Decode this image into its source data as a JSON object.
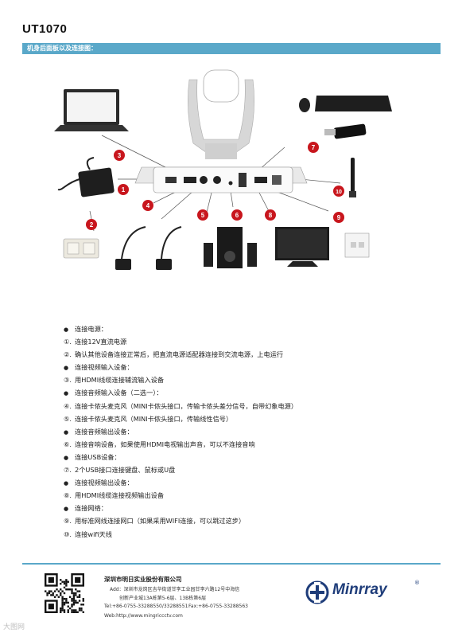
{
  "header": {
    "model": "UT1070",
    "banner": "机身后面板以及连接图："
  },
  "diagram": {
    "callouts": [
      "1",
      "2",
      "3",
      "4",
      "5",
      "6",
      "7",
      "8",
      "9",
      "10"
    ]
  },
  "instructions": [
    {
      "marker": "●",
      "text": "连接电源：",
      "head": true
    },
    {
      "marker": "①.",
      "text": "连接12V直流电源",
      "head": false
    },
    {
      "marker": "②.",
      "text": "确认其他设备连接正常后，把直流电源适配器连接到交流电源，上电运行",
      "head": false
    },
    {
      "marker": "●",
      "text": "连接视频输入设备：",
      "head": true
    },
    {
      "marker": "③.",
      "text": "用HDMI线缆连接辅流输入设备",
      "head": false
    },
    {
      "marker": "●",
      "text": "连接音频输入设备（二选一）：",
      "head": true
    },
    {
      "marker": "④.",
      "text": "连接卡侬头麦克风（MINI卡侬头接口，传输卡侬头差分信号，自带幻象电源）",
      "head": false
    },
    {
      "marker": "⑤.",
      "text": "连接卡侬头麦克风（MINI卡侬头接口，传输线性信号）",
      "head": false
    },
    {
      "marker": "●",
      "text": "连接音频输出设备：",
      "head": true
    },
    {
      "marker": "⑥.",
      "text": "连接音响设备，如果使用HDMI电视输出声音，可以不连接音响",
      "head": false
    },
    {
      "marker": "●",
      "text": "连接USB设备：",
      "head": true
    },
    {
      "marker": "⑦.",
      "text": "2个USB接口连接键盘、鼠标或U盘",
      "head": false
    },
    {
      "marker": "●",
      "text": "连接视频输出设备：",
      "head": true
    },
    {
      "marker": "⑧.",
      "text": "用HDMI线缆连接视频输出设备",
      "head": false
    },
    {
      "marker": "●",
      "text": "连接网络：",
      "head": true
    },
    {
      "marker": "⑨.",
      "text": "用标准网线连接网口（如果采用WIFI连接，可以跳过这步）",
      "head": false
    },
    {
      "marker": "⑩.",
      "text": "连接wifi天线",
      "head": false
    }
  ],
  "footer": {
    "company": "深圳市明日实业股份有限公司",
    "add_line1": "Add：深圳市龙岗区吉华街道甘李工业园甘李六路12号中海信",
    "add_line2": "创新产业城13A栋第5-6层、13B栋第6层",
    "tel": "Tel:+86-0755-33288550/33288551",
    "fax": "Fax:+86-0755-33288563",
    "web": "Web:http://www.mingriccctv.com",
    "logo": "Minrray",
    "reg": "®",
    "watermark": "大图网"
  }
}
